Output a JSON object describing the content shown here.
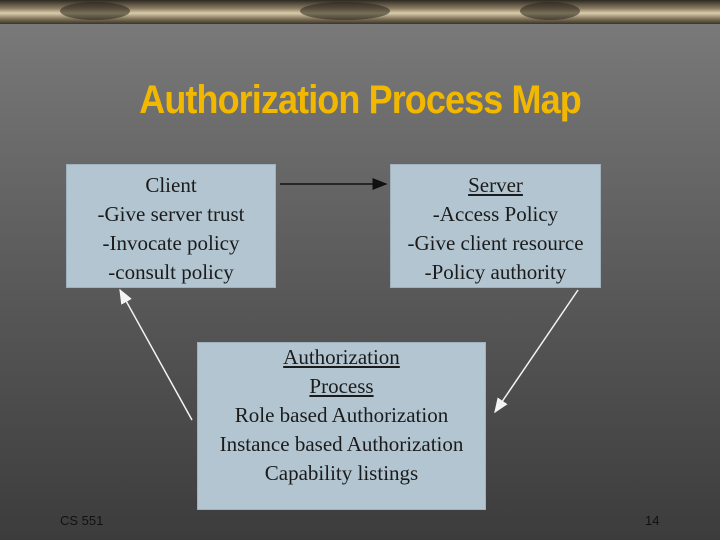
{
  "title": "Authorization Process Map",
  "client": {
    "heading": "Client",
    "lines": [
      "-Give server trust",
      "-Invocate policy",
      "-consult policy"
    ]
  },
  "server": {
    "heading": "Server",
    "lines": [
      "-Access Policy",
      "-Give client resource",
      "-Policy authority"
    ]
  },
  "process": {
    "heading_line1": "Authorization",
    "heading_line2": "Process",
    "lines": [
      "Role based Authorization",
      "Instance based Authorization",
      "Capability listings"
    ]
  },
  "footer": {
    "course": "CS 551",
    "page_number": "14"
  }
}
